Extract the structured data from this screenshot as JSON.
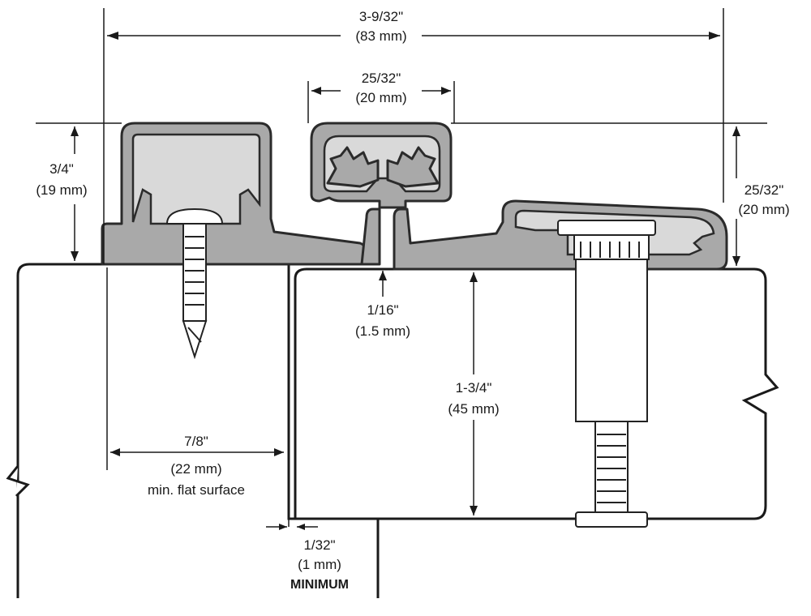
{
  "colors": {
    "line": "#1a1a1a",
    "aluminum": "#a9a9a9",
    "aluminum_light": "#d9d9d9",
    "background": "#ffffff"
  },
  "dimensions": {
    "overall_width": {
      "imperial": "3-9/32\"",
      "metric": "(83 mm)"
    },
    "center_width": {
      "imperial": "25/32\"",
      "metric": "(20 mm)"
    },
    "left_height": {
      "imperial": "3/4\"",
      "metric": "(19 mm)"
    },
    "right_height": {
      "imperial": "25/32\"",
      "metric": "(20 mm)"
    },
    "gap": {
      "imperial": "1/16\"",
      "metric": "(1.5 mm)"
    },
    "door_thickness": {
      "imperial": "1-3/4\"",
      "metric": "(45 mm)"
    },
    "flat_surface": {
      "imperial": "7/8\"",
      "metric": "(22 mm)",
      "note": "min. flat surface"
    },
    "clearance": {
      "imperial": "1/32\"",
      "metric": "(1 mm)",
      "note": "MINIMUM"
    }
  }
}
